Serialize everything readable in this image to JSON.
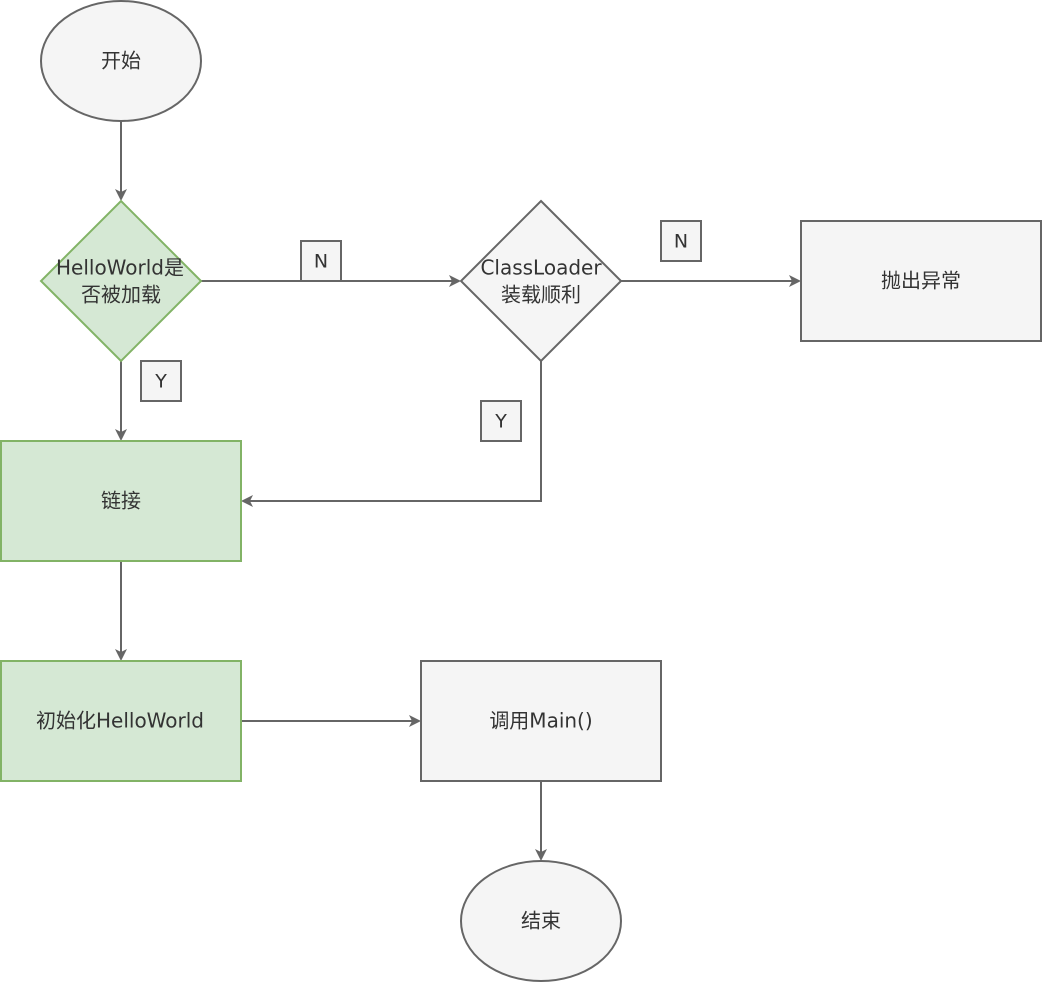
{
  "colors": {
    "green_fill": "#d5e8d4",
    "green_stroke": "#82b366",
    "gray_fill": "#f5f5f5",
    "gray_stroke": "#666666",
    "edge": "#666666",
    "text": "#333333"
  },
  "nodes": {
    "start": {
      "label": "开始"
    },
    "loaded_check": {
      "line1": "HelloWorld是",
      "line2": "否被加载"
    },
    "classloader_check": {
      "line1": "ClassLoader",
      "line2": "装载顺利"
    },
    "throw_exception": {
      "label": "抛出异常"
    },
    "link": {
      "label": "链接"
    },
    "init": {
      "label": "初始化HelloWorld"
    },
    "call_main": {
      "label": "调用Main()"
    },
    "end": {
      "label": "结束"
    }
  },
  "edge_labels": {
    "loaded_no": "N",
    "loaded_yes": "Y",
    "classloader_no": "N",
    "classloader_yes": "Y"
  }
}
